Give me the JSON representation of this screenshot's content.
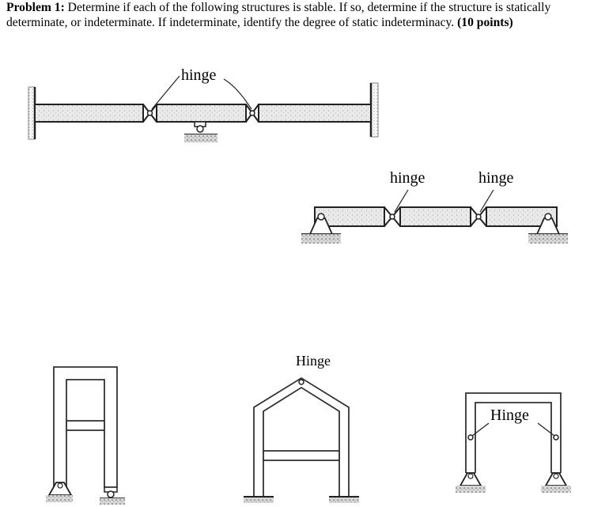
{
  "problem": {
    "title": "Problem 1:",
    "body": " Determine if each of the following structures is stable. If so, determine if the structure is statically determinate, or indeterminate. If indeterminate, identify the degree of static indeterminacy. ",
    "points": "(10 points)"
  },
  "figures": {
    "fig1": {
      "label": "hinge"
    },
    "fig2": {
      "label_left": "hinge",
      "label_right": "hinge"
    },
    "fig4": {
      "label": "Hinge"
    },
    "fig5": {
      "label": "Hinge"
    }
  }
}
